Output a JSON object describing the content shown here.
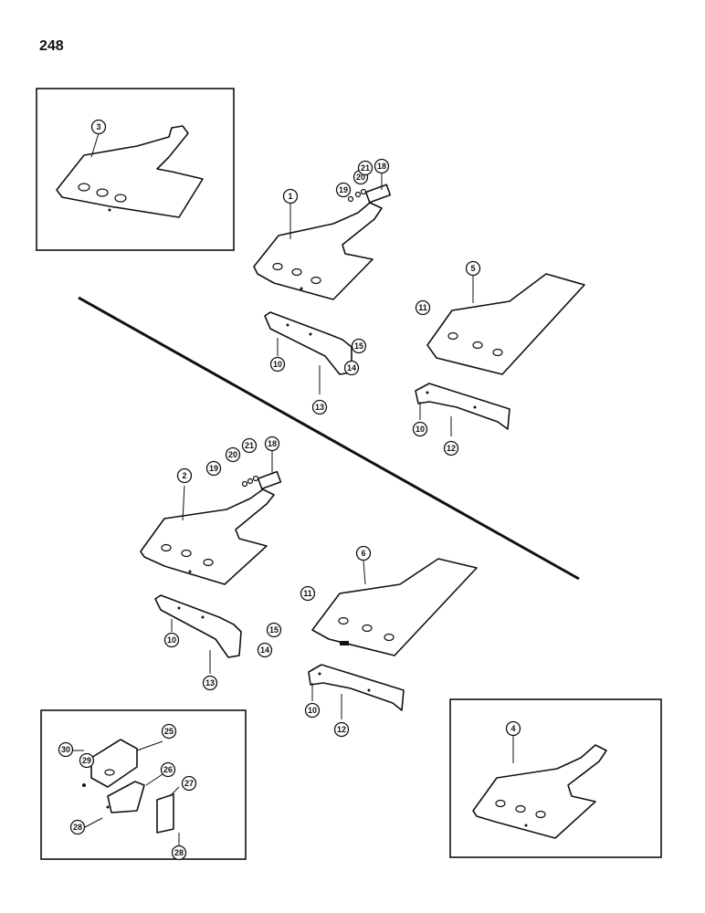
{
  "page": {
    "number": "248"
  },
  "callouts": {
    "c1": "1",
    "c2": "2",
    "c3": "3",
    "c4": "4",
    "c5": "5",
    "c6": "6",
    "c10a": "10",
    "c10b": "10",
    "c10c": "10",
    "c10d": "10",
    "c11a": "11",
    "c11b": "11",
    "c12a": "12",
    "c12b": "12",
    "c13a": "13",
    "c13b": "13",
    "c14a": "14",
    "c14b": "14",
    "c15a": "15",
    "c15b": "15",
    "c18a": "18",
    "c18b": "18",
    "c19a": "19",
    "c19b": "19",
    "c20a": "20",
    "c20b": "20",
    "c21a": "21",
    "c21b": "21",
    "c25": "25",
    "c26": "26",
    "c27": "27",
    "c28a": "28",
    "c28b": "28",
    "c29": "29",
    "c30": "30"
  }
}
